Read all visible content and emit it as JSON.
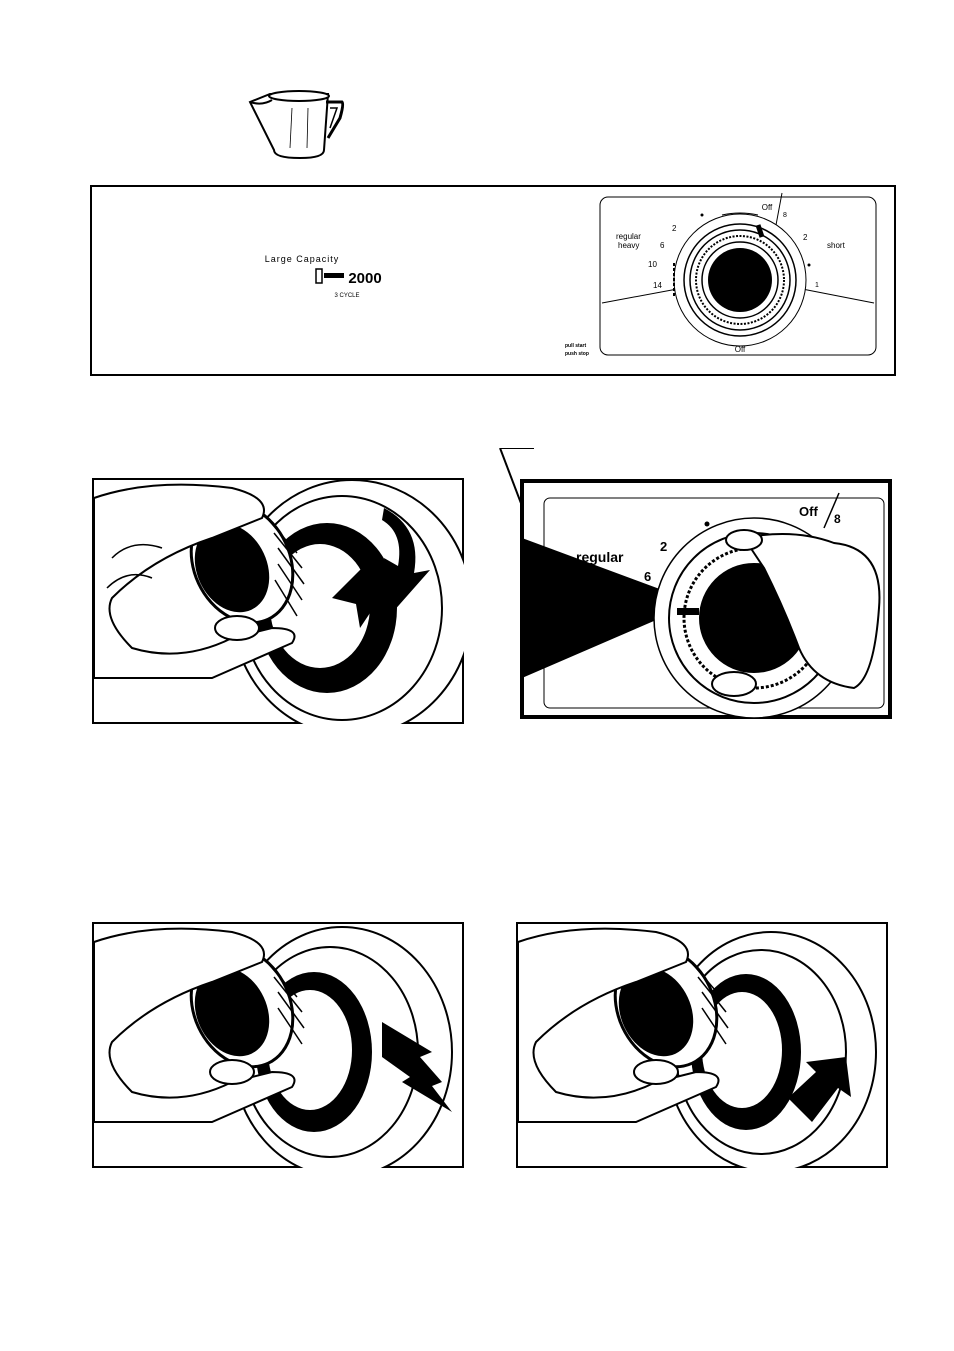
{
  "panel": {
    "brand_line": "Large Capacity",
    "model": "2000",
    "cycle_line": "3 CYCLE",
    "pull_start": "pull start",
    "push_stop": "push stop"
  },
  "dial": {
    "off_top": "Off",
    "off_bottom": "Off",
    "regular": "regular",
    "heavy": "heavy",
    "short": "short",
    "n2_left": "2",
    "n6_left": "6",
    "n10": "10",
    "n14": "14",
    "n8": "8",
    "n2_right": "2",
    "n1": "1"
  },
  "closeup": {
    "off": "Off",
    "n8": "8",
    "n2": "2",
    "n6": "6",
    "regular": "regular"
  }
}
